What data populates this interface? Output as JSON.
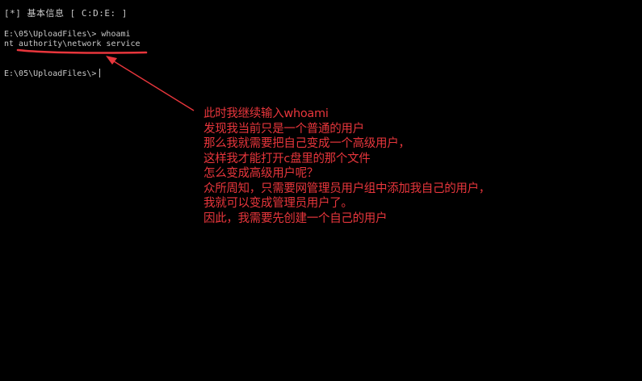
{
  "terminal": {
    "header": "[*] 基本信息 [ C:D:E: ]",
    "lines": [
      "E:\\05\\UploadFiles\\> whoami",
      "nt authority\\network service",
      "E:\\05\\UploadFiles\\>"
    ]
  },
  "annotation": {
    "color": "#e8363c",
    "lines": [
      "此时我继续输入whoami",
      "发现我当前只是一个普通的用户",
      "那么我就需要把自己变成一个高级用户，",
      "这样我才能打开c盘里的那个文件",
      "怎么变成高级用户呢？",
      "众所周知，只需要网管理员用户组中添加我自己的用户，",
      "我就可以变成管理员用户了。",
      "因此，我需要先创建一个自己的用户"
    ]
  }
}
